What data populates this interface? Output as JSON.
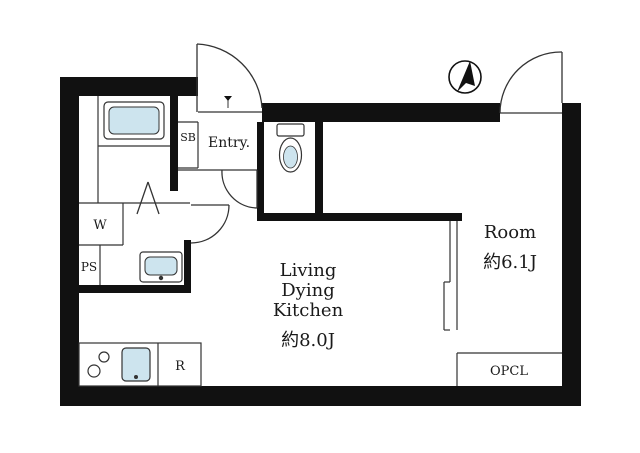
{
  "rooms": {
    "ldk": {
      "line1": "Living",
      "line2": "Dying",
      "line3": "Kitchen",
      "size": "約8.0J"
    },
    "room": {
      "name": "Room",
      "size": "約6.1J"
    },
    "entry": "Entry.",
    "shoe_box": "SB",
    "washer": "W",
    "pipe_space": "PS",
    "refrigerator": "R",
    "closet": "OPCL"
  },
  "icons": {
    "compass": "north-arrow-icon",
    "bathtub": "bathtub-icon",
    "toilet": "toilet-icon",
    "washbasin": "washbasin-icon",
    "stove": "stove-icon",
    "sink": "kitchen-sink-icon"
  },
  "colors": {
    "wall": "#111111",
    "fixture": "#cde4ee",
    "line": "#333333"
  }
}
